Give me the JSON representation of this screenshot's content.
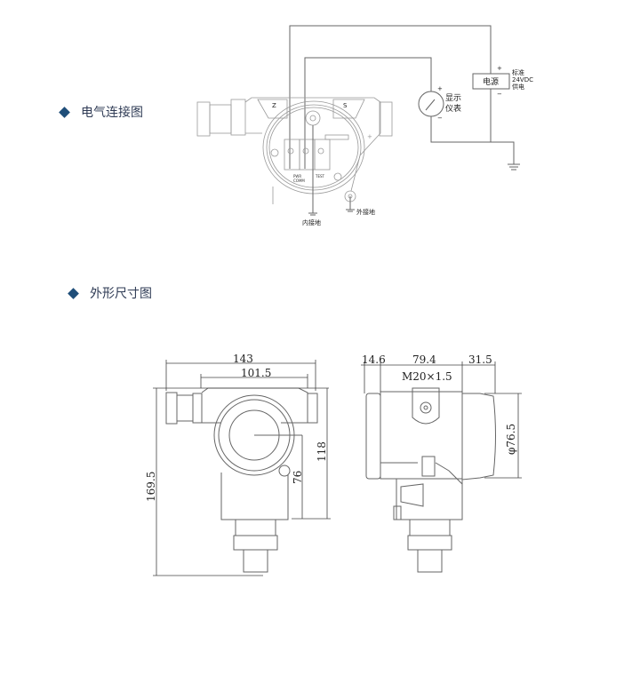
{
  "sections": [
    {
      "title": "电气连接图"
    },
    {
      "title": "外形尺寸图"
    }
  ],
  "wiring": {
    "power_label": "电源",
    "power_plus": "+",
    "power_minus": "−",
    "power_note": [
      "标准",
      "24VDC",
      "供电"
    ],
    "meter_label": [
      "显示",
      "仪表"
    ],
    "meter_plus": "+",
    "meter_minus": "−",
    "side_z": "Z",
    "side_s": "S",
    "terminal_labels": [
      "PWR",
      "COMM",
      "TEST"
    ],
    "inner_ground": "内接地",
    "outer_ground": "外接地"
  },
  "dimensions": {
    "front": {
      "width_total": "143",
      "width_body": "101.5",
      "height_total": "169.5",
      "height_housing": "118",
      "height_center": "76"
    },
    "side": {
      "left": "14.6",
      "middle": "79.4",
      "right": "31.5",
      "thread": "M20×1.5",
      "diameter": "φ76.5"
    }
  }
}
